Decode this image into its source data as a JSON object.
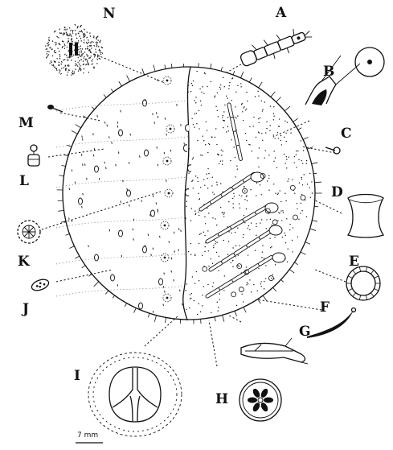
{
  "figure": {
    "labels": [
      "A",
      "B",
      "C",
      "D",
      "E",
      "F",
      "G",
      "H",
      "I",
      "J",
      "K",
      "L",
      "M",
      "N"
    ],
    "scale_bar": "7 mm"
  }
}
